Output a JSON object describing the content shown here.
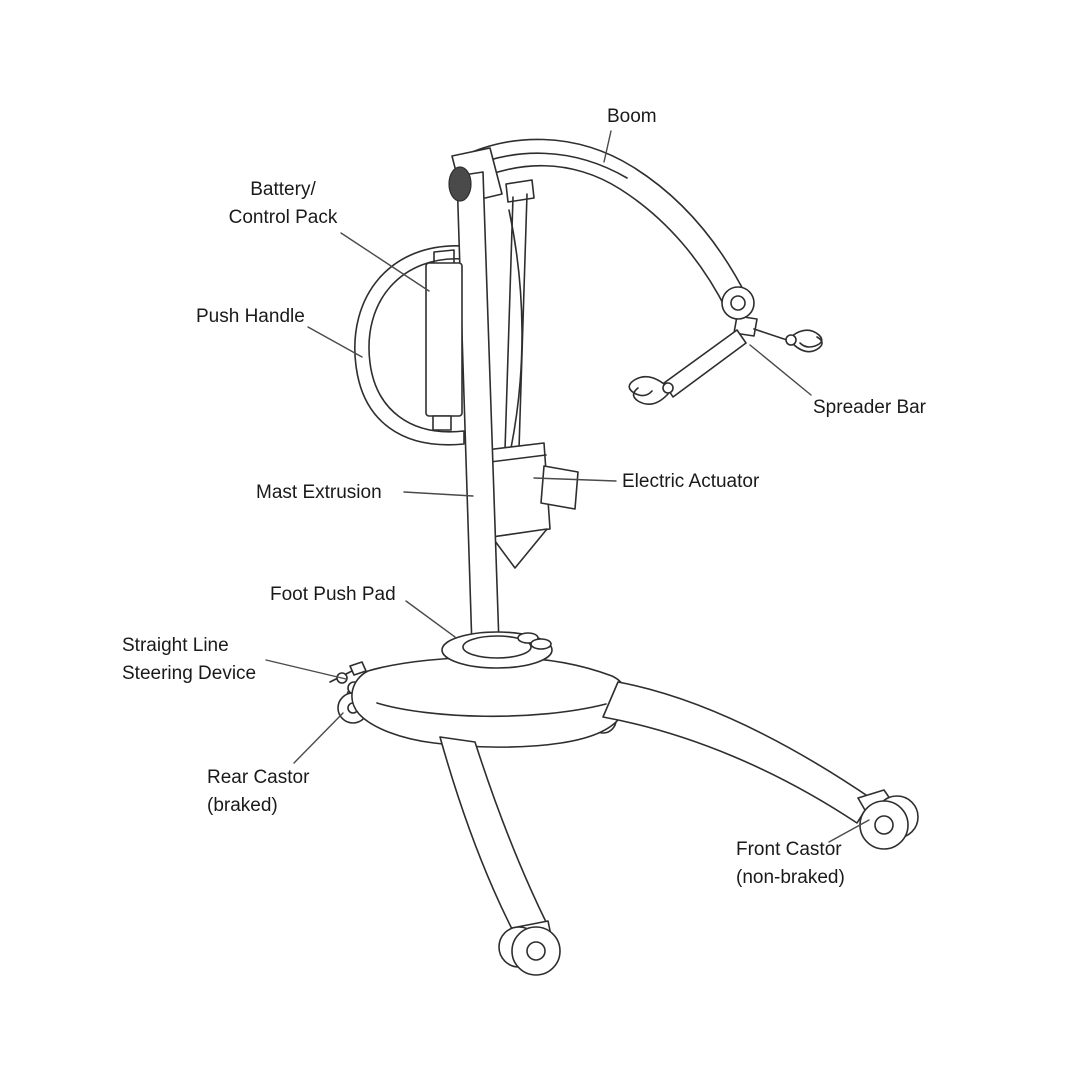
{
  "colors": {
    "background": "#ffffff",
    "line": "#2e2e2e",
    "text": "#1a1a1a",
    "leader": "#4a4a4a"
  },
  "labels": {
    "boom": {
      "text": "Boom"
    },
    "battery_control_pack": {
      "text": "Battery/\nControl Pack"
    },
    "push_handle": {
      "text": "Push Handle"
    },
    "spreader_bar": {
      "text": "Spreader Bar"
    },
    "mast_extrusion": {
      "text": "Mast Extrusion"
    },
    "electric_actuator": {
      "text": "Electric Actuator"
    },
    "foot_push_pad": {
      "text": "Foot Push Pad"
    },
    "straight_line_steering_device": {
      "text": "Straight Line\nSteering Device"
    },
    "rear_castor": {
      "text": "Rear Castor\n(braked)"
    },
    "front_castor": {
      "text": "Front Castor\n(non-braked)"
    }
  }
}
